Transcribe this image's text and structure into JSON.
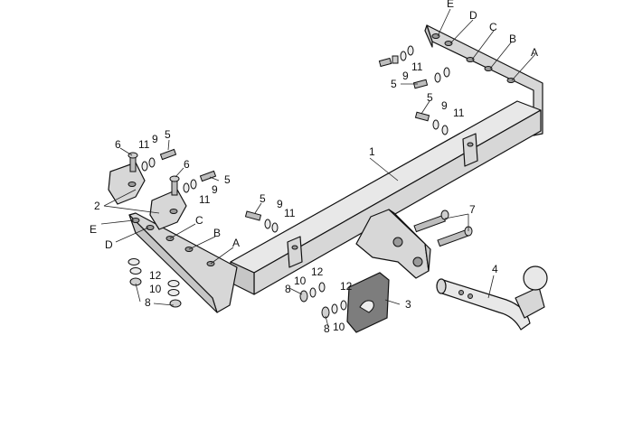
{
  "labels": {
    "part_1": "1",
    "part_2": "2",
    "part_3": "3",
    "part_4": "4",
    "part_5": "5",
    "part_6": "6",
    "part_7": "7",
    "part_8": "8",
    "part_9": "9",
    "part_10": "10",
    "part_11": "11",
    "part_12": "12",
    "hole_a": "A",
    "hole_b": "B",
    "hole_c": "C",
    "hole_d": "D",
    "hole_e": "E"
  }
}
